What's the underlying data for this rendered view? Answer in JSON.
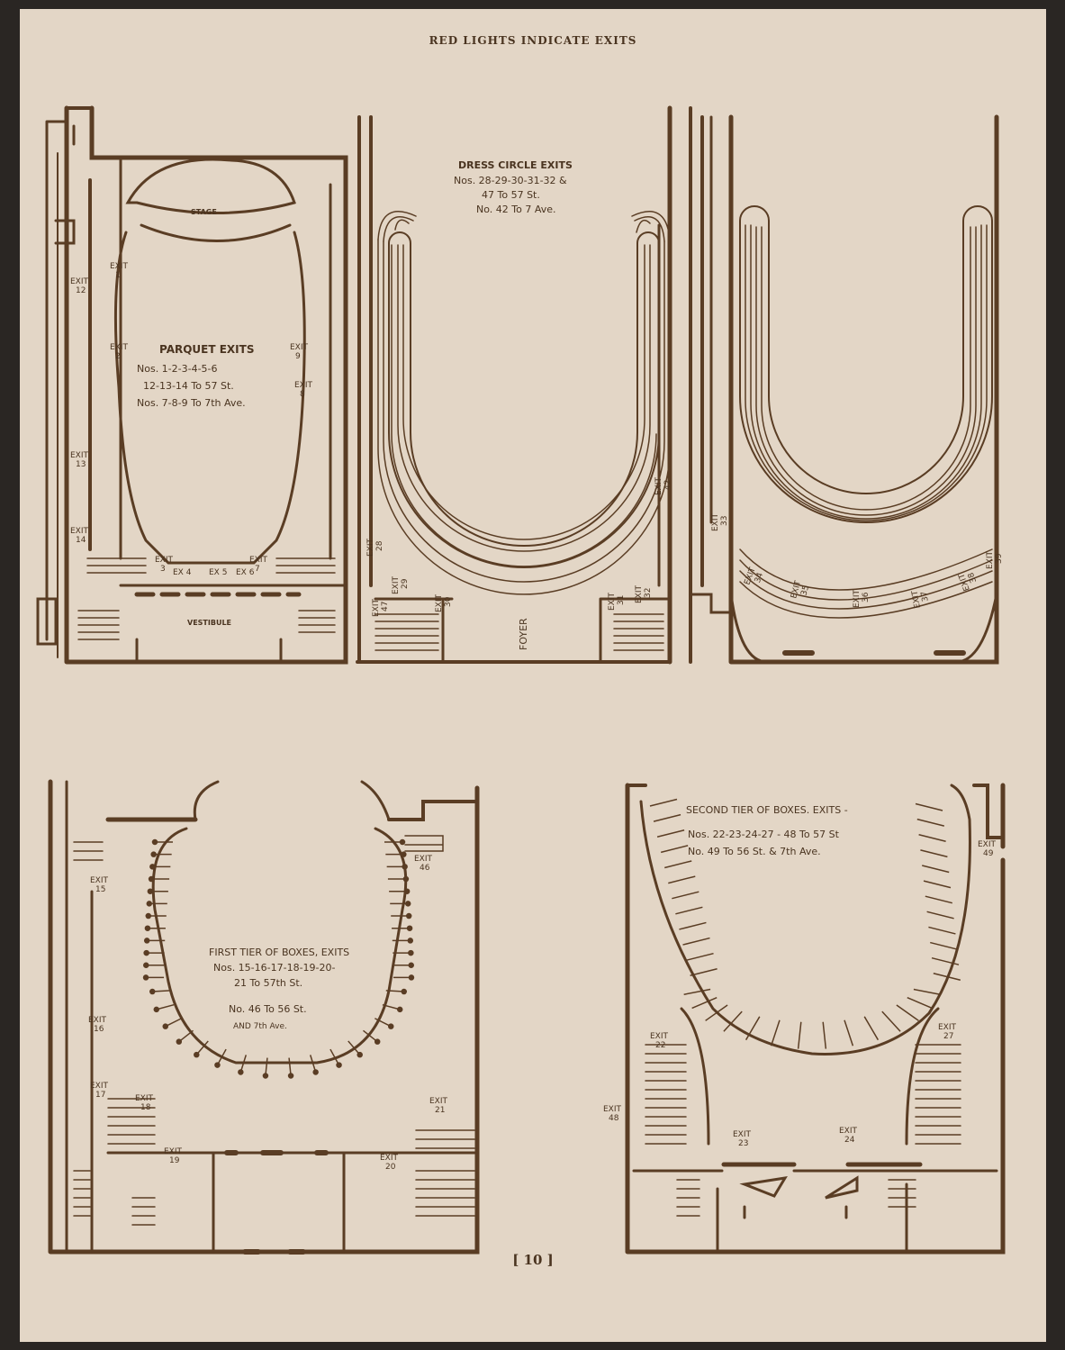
{
  "header": "RED LIGHTS INDICATE EXITS",
  "page_number": "[ 10 ]",
  "parquet": {
    "stage": "STAGE",
    "vestibule": "VESTIBULE",
    "title": "PARQUET EXITS",
    "lines": [
      "Nos. 1-2-3-4-5-6",
      "12-13-14 To 57 St.",
      "Nos. 7-8-9 To 7th Ave."
    ]
  },
  "dress_circle": {
    "title": "DRESS CIRCLE EXITS",
    "lines": [
      "Nos. 28-29-30-31-32 &",
      "47 To 57 St.",
      "No. 42 To 7 Ave."
    ],
    "foyer": "FOYER"
  },
  "first_tier": {
    "title": "FIRST TIER OF BOXES, EXITS",
    "lines": [
      "Nos. 15-16-17-18-19-20-",
      "21 To 57th St.",
      "No. 46 To 56 St.",
      "AND 7th Ave."
    ]
  },
  "second_tier": {
    "title": "SECOND TIER OF BOXES. EXITS -",
    "lines": [
      "Nos. 22-23-24-27 - 48 To 57 St",
      "No. 49 To 56 St. & 7th Ave."
    ]
  },
  "exit_word": "EXIT",
  "exits": {
    "e1": "1",
    "e2": "2",
    "e3": "3",
    "e4": "4",
    "e5": "5",
    "e6": "6",
    "e7": "7",
    "e8": "8",
    "e9": "9",
    "e12": "12",
    "e13": "13",
    "e14": "14",
    "e15": "15",
    "e16": "16",
    "e17": "17",
    "e18": "18",
    "e19": "19",
    "e20": "20",
    "e21": "21",
    "e22": "22",
    "e23": "23",
    "e24": "24",
    "e27": "27",
    "e28": "28",
    "e29": "29",
    "e30": "30",
    "e31": "31",
    "e32": "32",
    "e33": "33",
    "e34": "34",
    "e35": "35",
    "e36": "36",
    "e37": "37",
    "e38": "38",
    "e39": "39",
    "e42": "42",
    "e46": "46",
    "e47": "47",
    "e48": "48",
    "e49": "49",
    "ex": "EX"
  },
  "colors": {
    "paper": "#e3d6c6",
    "ink": "#5a3d24",
    "frame": "#2a2623"
  }
}
